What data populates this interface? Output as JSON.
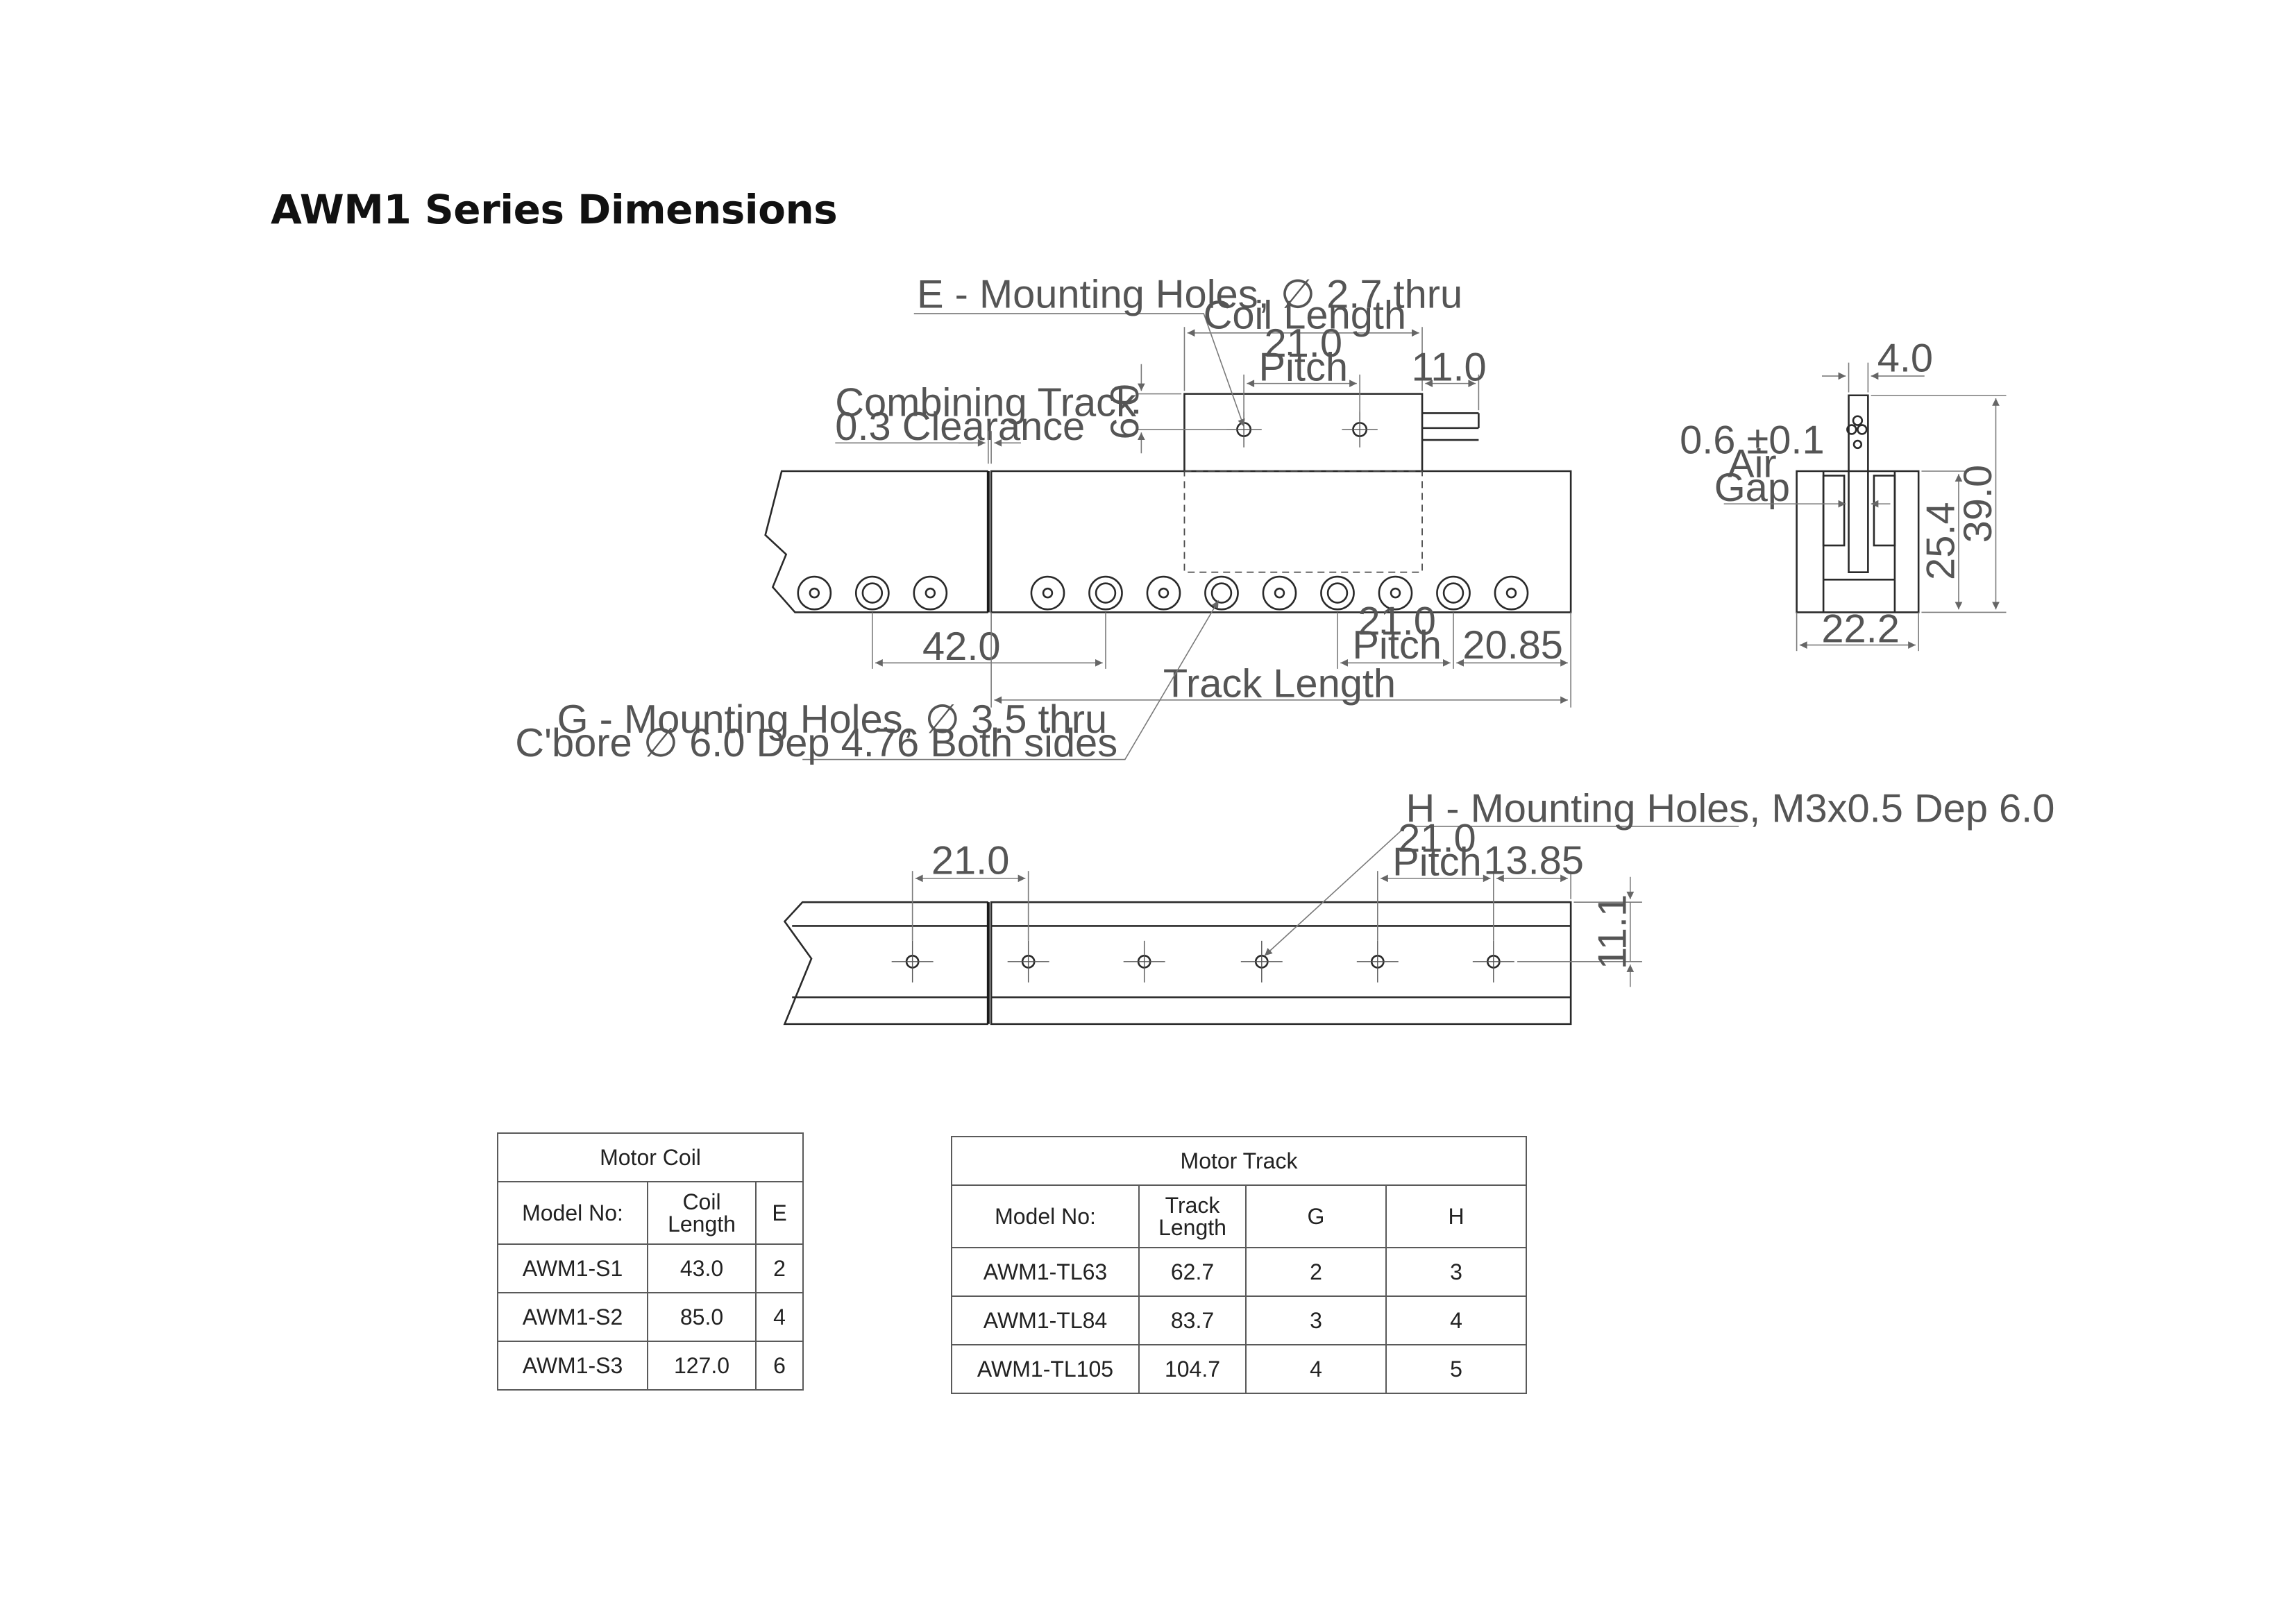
{
  "page_title": "AWM1 Series Dimensions",
  "drawing": {
    "side_view": {
      "e_holes": "E - Mounting Holes,  ∅ 2.7  thru",
      "coil_length": "Coil Length",
      "pitch_value": "21.0",
      "pitch_word": "Pitch",
      "cable_offset": "11.0",
      "coil_hole_height": "6.0",
      "combining_line1": "Combining Track",
      "combining_line2": "0.3 Clearance",
      "hole_span": "42.0",
      "track_pitch_value": "21.0",
      "track_pitch_word": "Pitch",
      "track_end": "20.85",
      "track_length": "Track Length",
      "g_holes_line1": "G - Mounting Holes,  ∅ 3.5 thru",
      "g_holes_line2": "C'bore  ∅  6.0 Dep 4.76 Both sides"
    },
    "end_view": {
      "top_width": "4.0",
      "air_gap_line1": "0.6 ±0.1",
      "air_gap_line2": "Air",
      "air_gap_line3": "Gap",
      "height_track": "25.4",
      "height_total": "39.0",
      "width_track": "22.2"
    },
    "bottom_view": {
      "h_holes": "H - Mounting Holes, M3x0.5 Dep 6.0",
      "left_spacing": "21.0",
      "pitch_value": "21.0",
      "pitch_word": "Pitch",
      "end_offset": "13.85",
      "hole_height": "11.1"
    }
  },
  "motor_coil": {
    "title": "Motor Coil",
    "headers": {
      "model": "Model No:",
      "length_1": "Coil",
      "length_2": "Length",
      "holes": "E"
    },
    "rows": [
      {
        "model": "AWM1-S1",
        "length": "43.0",
        "holes": "2"
      },
      {
        "model": "AWM1-S2",
        "length": "85.0",
        "holes": "4"
      },
      {
        "model": "AWM1-S3",
        "length": "127.0",
        "holes": "6"
      }
    ]
  },
  "motor_track": {
    "title": "Motor Track",
    "headers": {
      "model": "Model No:",
      "length_1": "Track",
      "length_2": "Length",
      "g": "G",
      "h": "H"
    },
    "rows": [
      {
        "model": "AWM1-TL63",
        "length": "62.7",
        "g": "2",
        "h": "3"
      },
      {
        "model": "AWM1-TL84",
        "length": "83.7",
        "g": "3",
        "h": "4"
      },
      {
        "model": "AWM1-TL105",
        "length": "104.7",
        "g": "4",
        "h": "5"
      }
    ]
  }
}
